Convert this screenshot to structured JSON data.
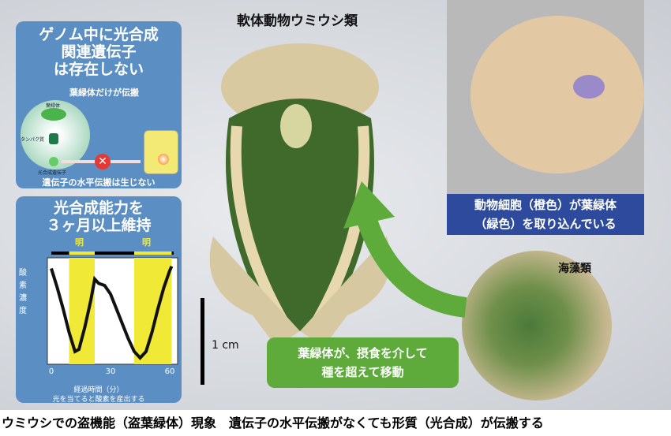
{
  "title": "軟体動物ウミウシ類",
  "panel1": {
    "title_lines": [
      "ゲノム中に光合成",
      "関連遺伝子",
      "は存在しない"
    ],
    "only_chloroplast": "葉緑体だけが伝搬",
    "chloroplast": "葉緑体",
    "protein": "タンパク質",
    "gene": "光合成遺伝子",
    "footer": "遺伝子の水平伝搬は生じない"
  },
  "panel2": {
    "title_lines": [
      "光合成能力を",
      "３ヶ月以上維持"
    ],
    "light_label": "明",
    "ylabel": "酸素濃度",
    "xlabel": "経過時間（分）",
    "footer": "光を当てると酸素を産出する"
  },
  "chart_data": {
    "type": "line",
    "xlabel": "経過時間（分）",
    "ylabel": "酸素濃度",
    "xlim": [
      -2,
      64
    ],
    "ylim": [
      0,
      1
    ],
    "xticks": [
      "0",
      "30",
      "60"
    ],
    "light_periods": [
      [
        9,
        22
      ],
      [
        42,
        61
      ]
    ],
    "x": [
      0,
      3,
      6,
      9,
      12,
      14,
      17,
      20,
      22,
      24,
      27,
      30,
      33,
      36,
      39,
      42,
      45,
      48,
      51,
      54,
      57,
      60,
      61
    ],
    "y": [
      0.9,
      0.72,
      0.52,
      0.3,
      0.12,
      0.14,
      0.35,
      0.6,
      0.8,
      0.76,
      0.74,
      0.66,
      0.52,
      0.38,
      0.24,
      0.12,
      0.06,
      0.12,
      0.3,
      0.52,
      0.72,
      0.88,
      0.92
    ]
  },
  "em_caption": [
    "動物細胞（橙色）が葉緑体",
    "（緑色）を取り込んでいる"
  ],
  "seaweed": "海藻類",
  "transfer_box": [
    "葉緑体が、摂食を介して",
    "種を超えて移動"
  ],
  "scale": "1 cm",
  "caption": "ウミウシでの盗機能（盗葉緑体）現象　遺伝子の水平伝搬がなくても形質（光合成）が伝搬する",
  "colors": {
    "panel": "#5b8fc4",
    "em_label": "#2d4a9c",
    "green_box": "#5eab3c",
    "light": "#f0e935"
  }
}
